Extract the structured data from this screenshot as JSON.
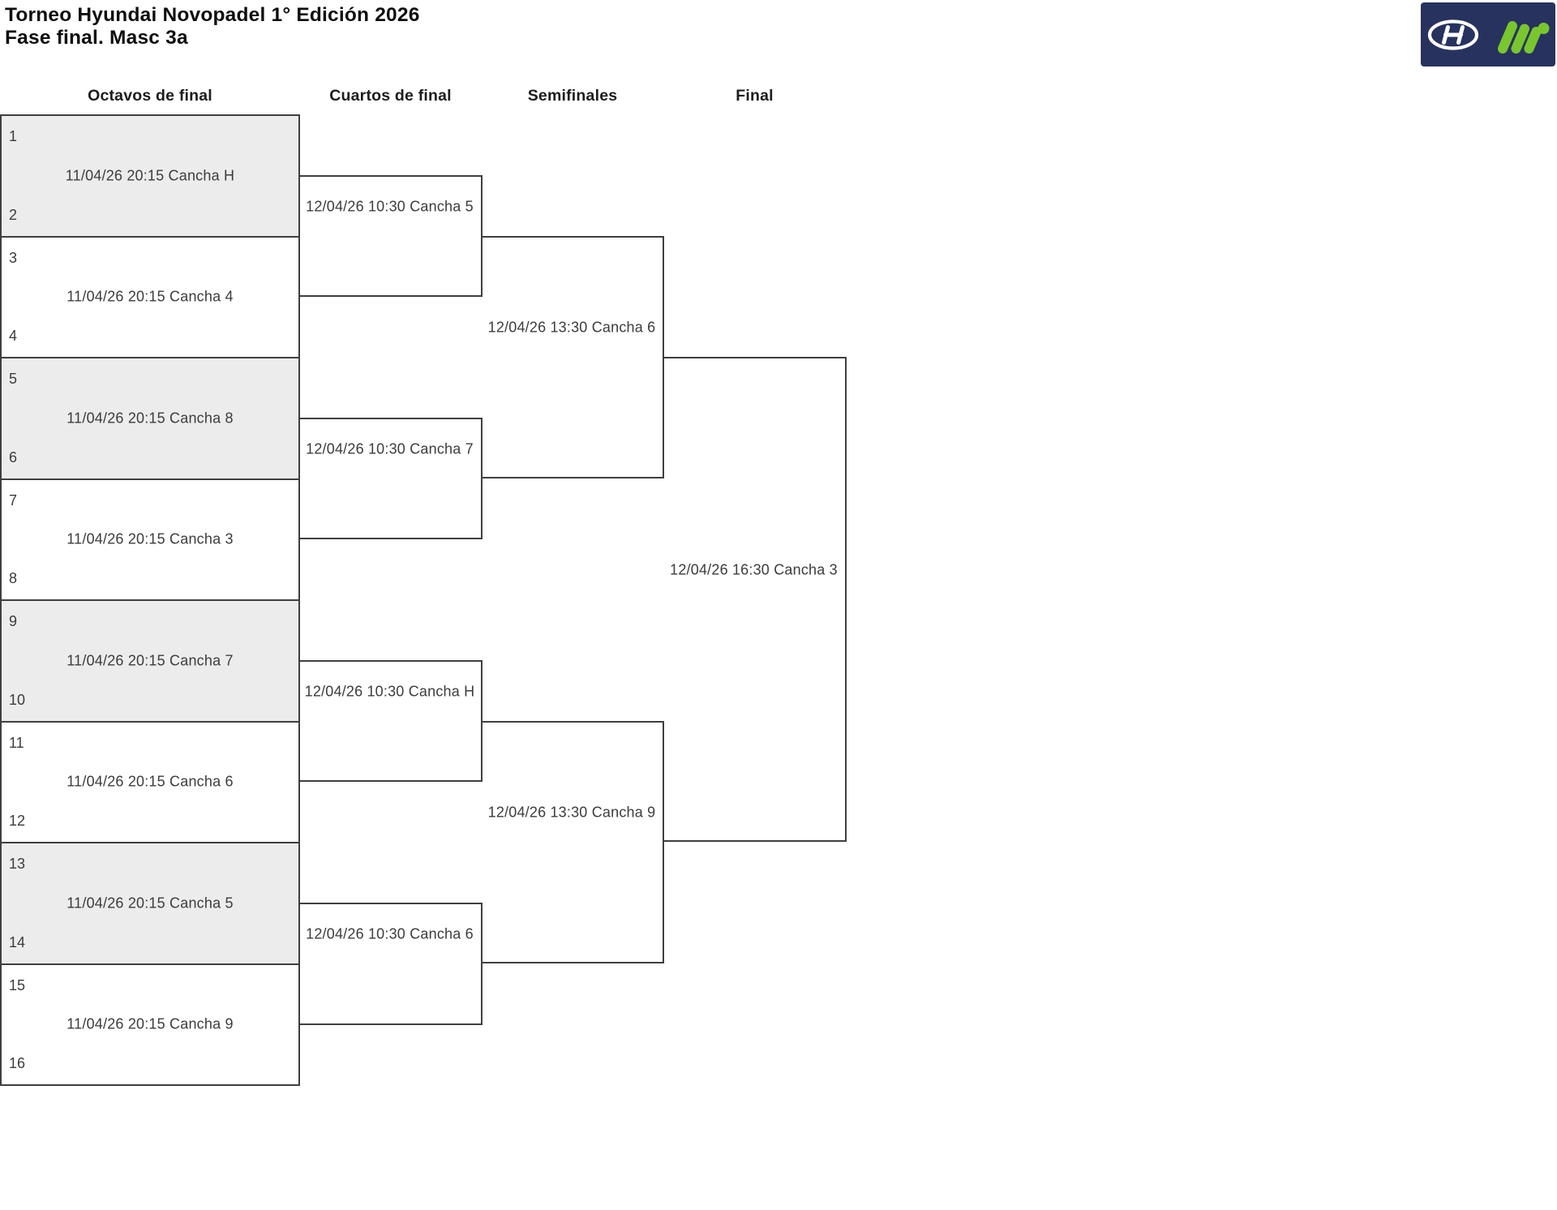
{
  "title": {
    "line1": "Torneo Hyundai Novopadel 1° Edición 2026",
    "line2": "Fase final. Masc 3a"
  },
  "logo": {
    "hyundai_icon": "hyundai-oval-h-logo",
    "novopadel_icon": "green-m-dot-logo",
    "background_color": "#27325f",
    "green_color": "#79c62f"
  },
  "round_headers": [
    "Octavos de final",
    "Cuartos de final",
    "Semifinales",
    "Final"
  ],
  "bracket": {
    "octavos": [
      {
        "seed_top": "1",
        "seed_bottom": "2",
        "schedule": "11/04/26 20:15 Cancha H"
      },
      {
        "seed_top": "3",
        "seed_bottom": "4",
        "schedule": "11/04/26 20:15 Cancha 4"
      },
      {
        "seed_top": "5",
        "seed_bottom": "6",
        "schedule": "11/04/26 20:15 Cancha 8"
      },
      {
        "seed_top": "7",
        "seed_bottom": "8",
        "schedule": "11/04/26 20:15 Cancha 3"
      },
      {
        "seed_top": "9",
        "seed_bottom": "10",
        "schedule": "11/04/26 20:15 Cancha 7"
      },
      {
        "seed_top": "11",
        "seed_bottom": "12",
        "schedule": "11/04/26 20:15 Cancha 6"
      },
      {
        "seed_top": "13",
        "seed_bottom": "14",
        "schedule": "11/04/26 20:15 Cancha 5"
      },
      {
        "seed_top": "15",
        "seed_bottom": "16",
        "schedule": "11/04/26 20:15 Cancha 9"
      }
    ],
    "cuartos": [
      {
        "schedule": "12/04/26 10:30 Cancha 5"
      },
      {
        "schedule": "12/04/26 10:30 Cancha 7"
      },
      {
        "schedule": "12/04/26 10:30 Cancha H"
      },
      {
        "schedule": "12/04/26 10:30 Cancha 6"
      }
    ],
    "semifinales": [
      {
        "schedule": "12/04/26 13:30 Cancha 6"
      },
      {
        "schedule": "12/04/26 13:30 Cancha 9"
      }
    ],
    "final": [
      {
        "schedule": "12/04/26 16:30 Cancha 3"
      }
    ]
  },
  "colors": {
    "line": "#3f3f3f",
    "shaded_box": "#ececec",
    "text": "#3c3c3c"
  }
}
